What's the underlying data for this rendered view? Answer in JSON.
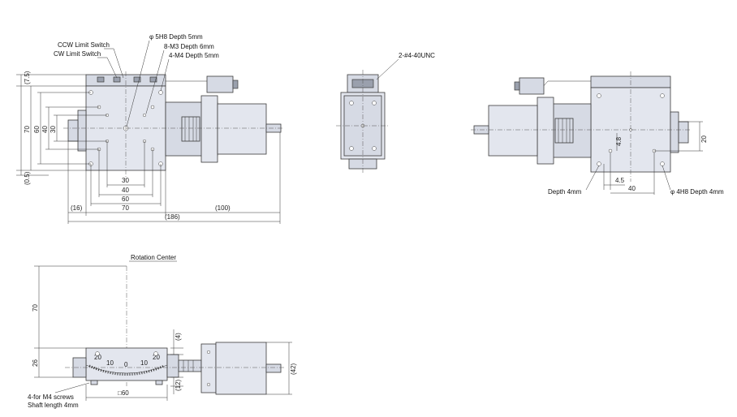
{
  "callouts": {
    "ccw_limit": "CCW Limit Switch",
    "cw_limit": "CW Limit Switch",
    "pin_hole": "φ 5H8 Depth 5mm",
    "m3_holes": "8-M3 Depth 6mm",
    "m4_holes": "4-M4 Depth 5mm",
    "unc": "2-#4-40UNC",
    "depth_4mm": "Depth 4mm",
    "h8_holes": "φ 4H8 Depth 4mm",
    "rotation_center": "Rotation Center",
    "m4_screws": "4-for M4 screws",
    "shaft_length": "Shaft length 4mm"
  },
  "dims": {
    "d_7_5": "(7.5)",
    "d_70_v": "70",
    "d_60_v": "60",
    "d_40_v": "40",
    "d_30_v": "30",
    "d_0_5": "(0.5)",
    "d_30_h": "30",
    "d_40_h": "40",
    "d_60_h": "60",
    "d_16": "(16)",
    "d_70_h": "70",
    "d_100": "(100)",
    "d_186": "(186)",
    "d_4_8": "4.8",
    "d_20": "20",
    "d_4_5": "4.5",
    "d_40_r": "40",
    "d_70_s": "70",
    "d_4_s": "(4)",
    "d_26": "26",
    "d_12": "(12)",
    "d_42": "(42)",
    "d_sq60": "□60"
  },
  "scale": {
    "labels": [
      "10",
      "0",
      "10"
    ],
    "left_labels": [
      "20"
    ],
    "right_labels": [
      "20"
    ]
  }
}
